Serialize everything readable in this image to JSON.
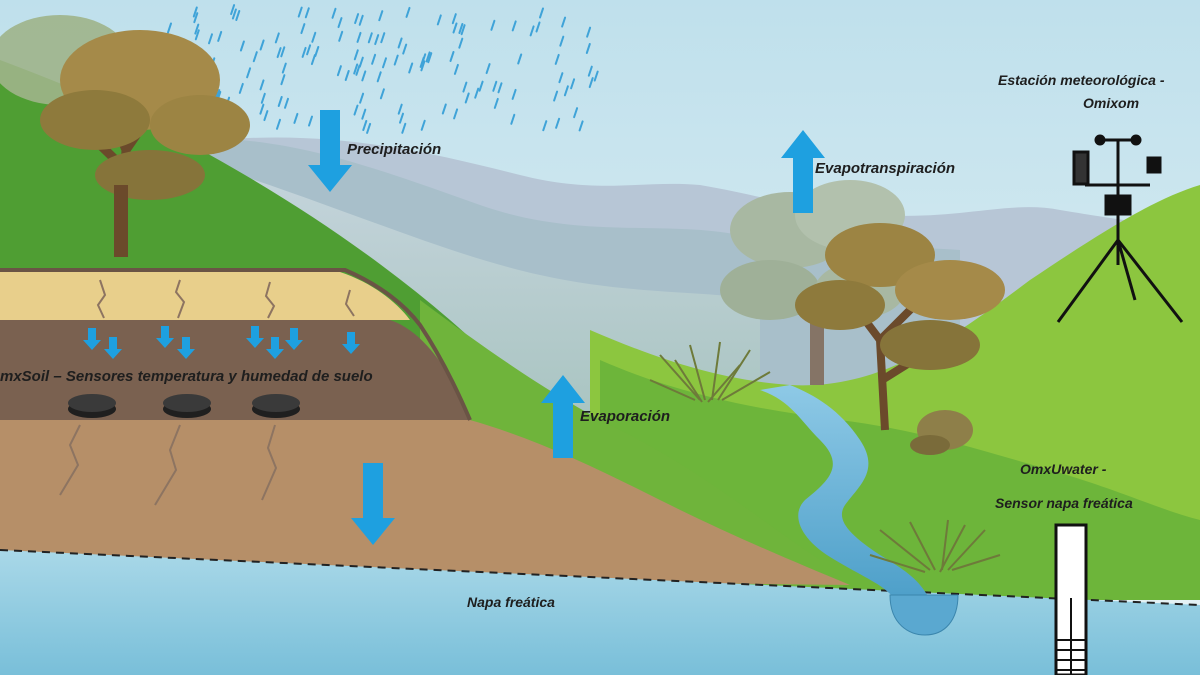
{
  "labels": {
    "precipitation": "Precipitación",
    "evapotranspiration": "Evapotranspiración",
    "evaporation": "Evaporación",
    "soil_sensors": "mxSoil – Sensores temperatura y humedad de suelo",
    "water_table": "Napa freática",
    "station_line1": "Estación meteorológica -",
    "station_line2": "Omixom",
    "uwater_line1": "OmxUwater -",
    "uwater_line2": "Sensor napa freática"
  },
  "colors": {
    "sky": "#c9e4ee",
    "mountains": "#b3c4d4",
    "grass": "#5fae3a",
    "grass_light": "#8cc63f",
    "topsoil": "#e7cf8a",
    "soil": "#7a6251",
    "subsoil": "#b58f6a",
    "water": "#9bd0e3",
    "arrow": "#1ea0e0",
    "rain": "#3fa3d8"
  }
}
